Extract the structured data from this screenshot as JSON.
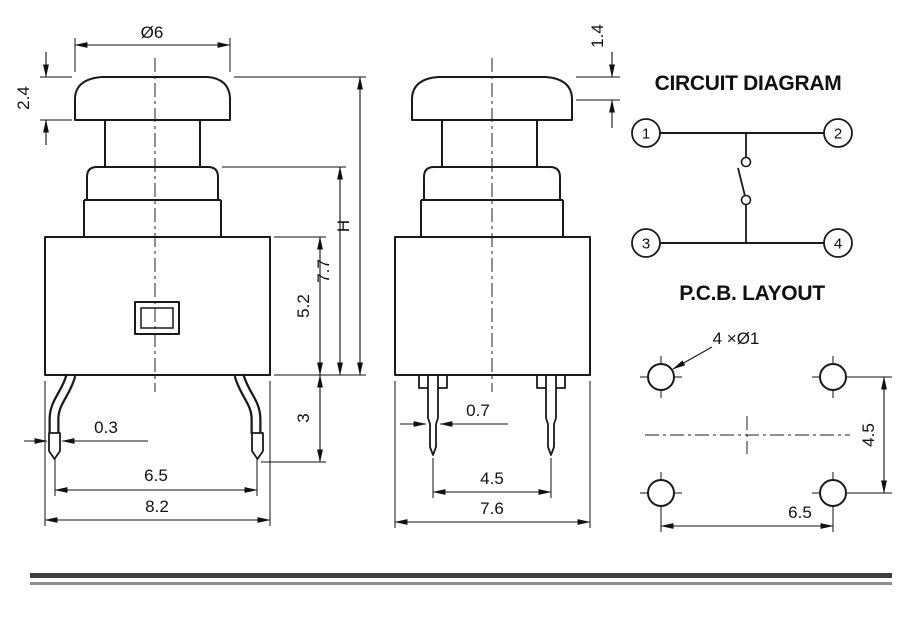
{
  "drawing": {
    "front_view": {
      "cap_diameter": "Ø6",
      "cap_height": "2.4",
      "upper_height": "7.7",
      "body_height": "5.2",
      "pin_length": "3",
      "total_height": "H",
      "pin_width": "0.3",
      "pin_pitch": "6.5",
      "body_width": "8.2"
    },
    "side_view": {
      "top_travel": "1.4",
      "pin_width": "0.7",
      "pin_pitch": "4.5",
      "body_width": "7.6"
    }
  },
  "circuit": {
    "title": "CIRCUIT DIAGRAM",
    "terminals": [
      "1",
      "2",
      "3",
      "4"
    ]
  },
  "pcb": {
    "title": "P.C.B. LAYOUT",
    "hole_note": "4 ×Ø1",
    "row_pitch": "4.5",
    "col_pitch": "6.5"
  },
  "colors": {
    "line": "#1a1a1a",
    "dimension": "#111111",
    "rule_dark": "#3d3d3d",
    "rule_light": "#8f8f8f",
    "background": "#ffffff"
  }
}
